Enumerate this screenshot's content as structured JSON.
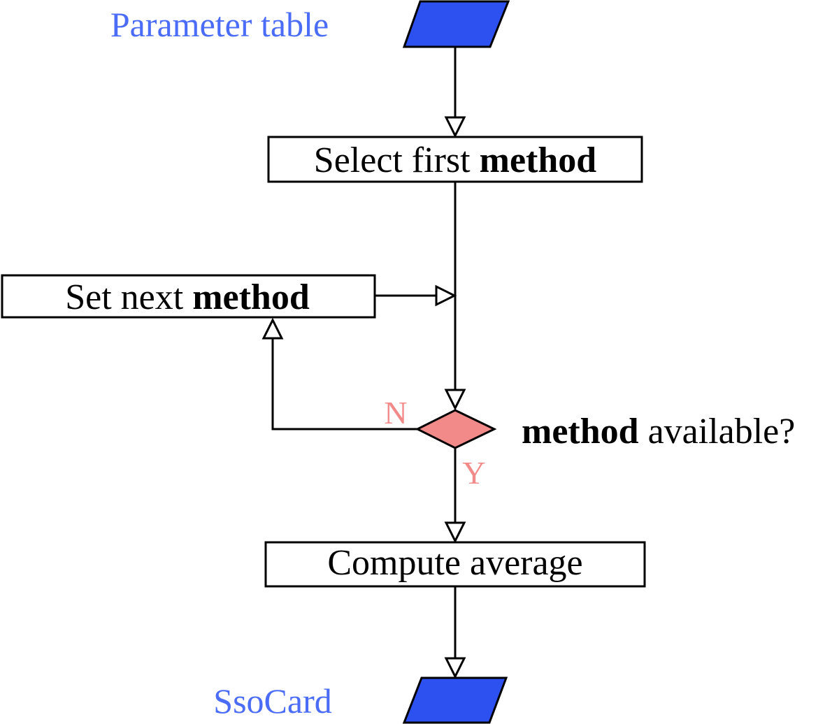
{
  "colors": {
    "io_fill": "#2d50f0",
    "io_label": "#4a6cf7",
    "decision_fill": "#f28a8a",
    "branch_label": "#f28a8a",
    "line": "#000000",
    "box_fill": "#ffffff"
  },
  "input": {
    "label": "Parameter table"
  },
  "steps": {
    "select_first": {
      "prefix": "Select first",
      "keyword": "method"
    },
    "set_next": {
      "prefix": "Set next",
      "keyword": "method"
    },
    "compute": {
      "label": "Compute average"
    }
  },
  "decision": {
    "keyword": "method",
    "suffix": "available?",
    "no_label": "N",
    "yes_label": "Y"
  },
  "output": {
    "label": "SsoCard"
  }
}
